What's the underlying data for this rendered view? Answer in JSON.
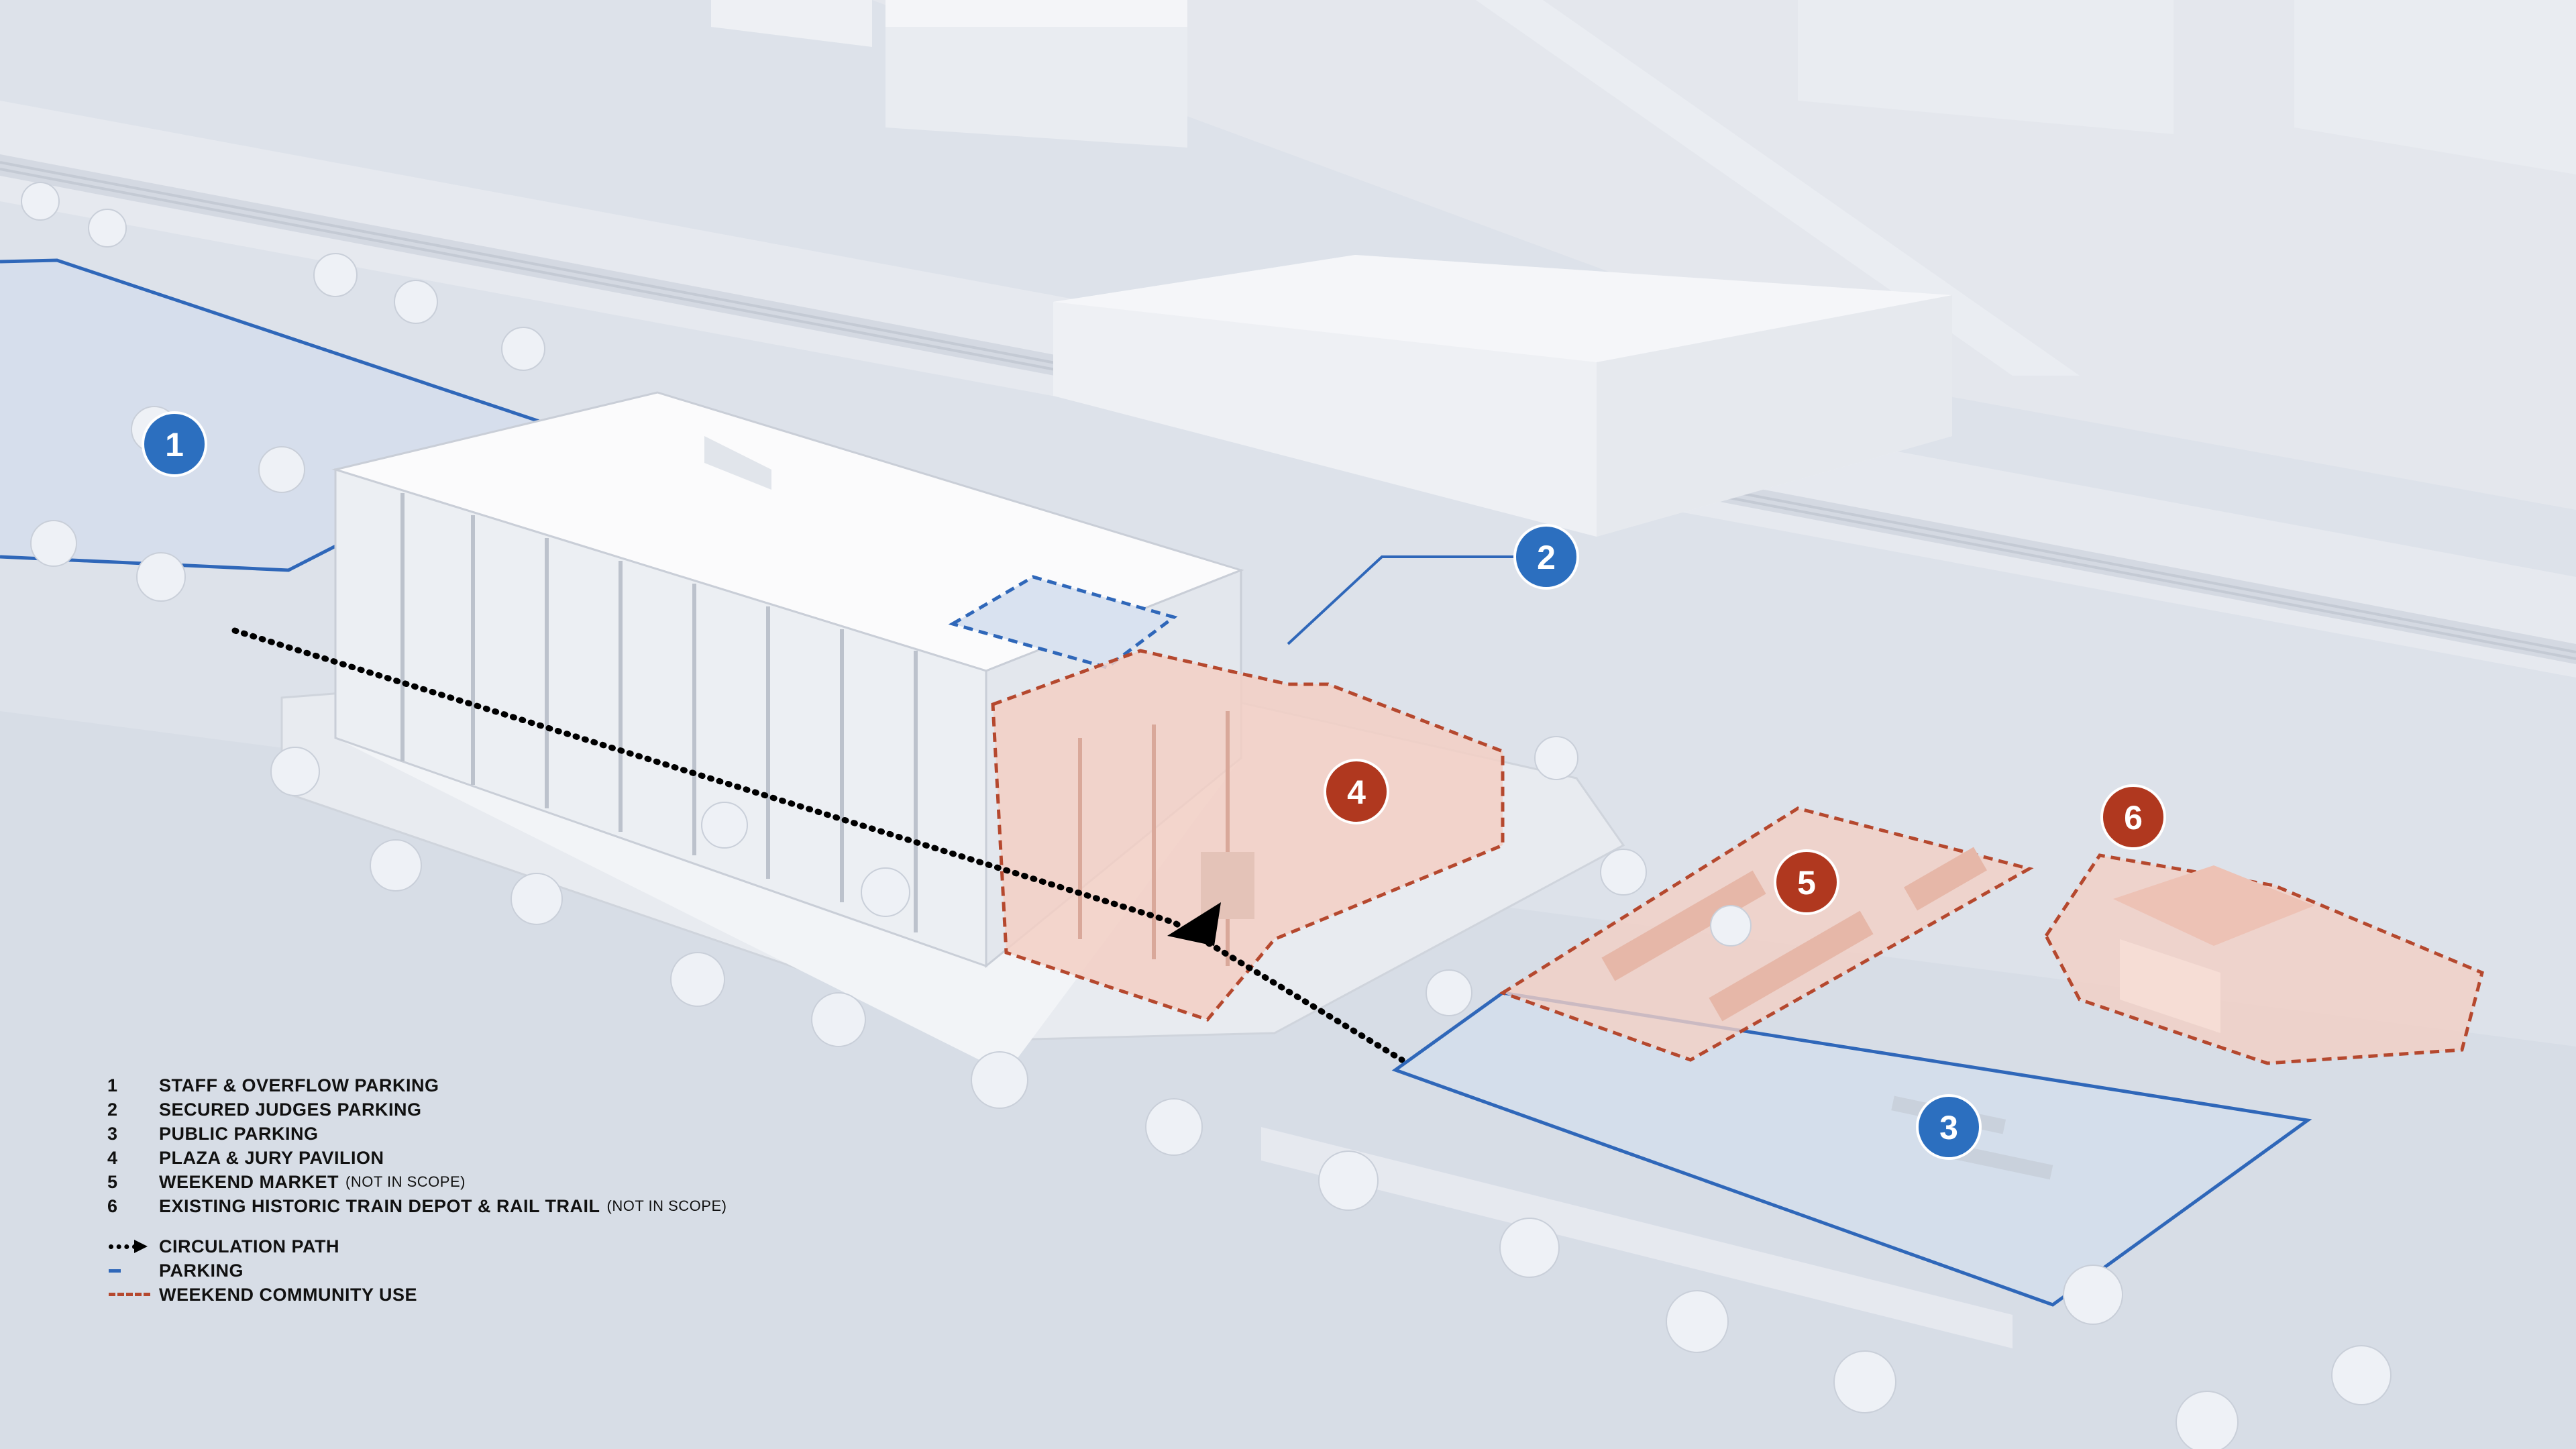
{
  "markers": [
    {
      "number": "1",
      "category": "parking",
      "color": "#2c6fbf"
    },
    {
      "number": "2",
      "category": "parking",
      "color": "#2c6fbf"
    },
    {
      "number": "3",
      "category": "parking",
      "color": "#2c6fbf"
    },
    {
      "number": "4",
      "category": "community",
      "color": "#b0381f"
    },
    {
      "number": "5",
      "category": "community",
      "color": "#b0381f"
    },
    {
      "number": "6",
      "category": "community",
      "color": "#b0381f"
    }
  ],
  "legend": {
    "items": [
      {
        "num": "1",
        "label": "STAFF & OVERFLOW PARKING",
        "note": ""
      },
      {
        "num": "2",
        "label": "SECURED JUDGES PARKING",
        "note": ""
      },
      {
        "num": "3",
        "label": "PUBLIC PARKING",
        "note": ""
      },
      {
        "num": "4",
        "label": "PLAZA & JURY PAVILION",
        "note": ""
      },
      {
        "num": "5",
        "label": "WEEKEND MARKET",
        "note": "(NOT IN SCOPE)"
      },
      {
        "num": "6",
        "label": "EXISTING HISTORIC TRAIN DEPOT & RAIL TRAIL",
        "note": "(NOT IN SCOPE)"
      }
    ],
    "symbols": [
      {
        "type": "circulation-path",
        "label": "CIRCULATION PATH"
      },
      {
        "type": "parking",
        "label": "PARKING"
      },
      {
        "type": "weekend-community-use",
        "label": "WEEKEND COMMUNITY USE"
      }
    ]
  },
  "colors": {
    "parking_outline": "#2f67b9",
    "community_outline": "#b5482e",
    "community_fill": "#f3cfc4",
    "parking_fill": "#cfdcf0",
    "circulation_path": "#000000",
    "ground": "#dde2ea"
  }
}
